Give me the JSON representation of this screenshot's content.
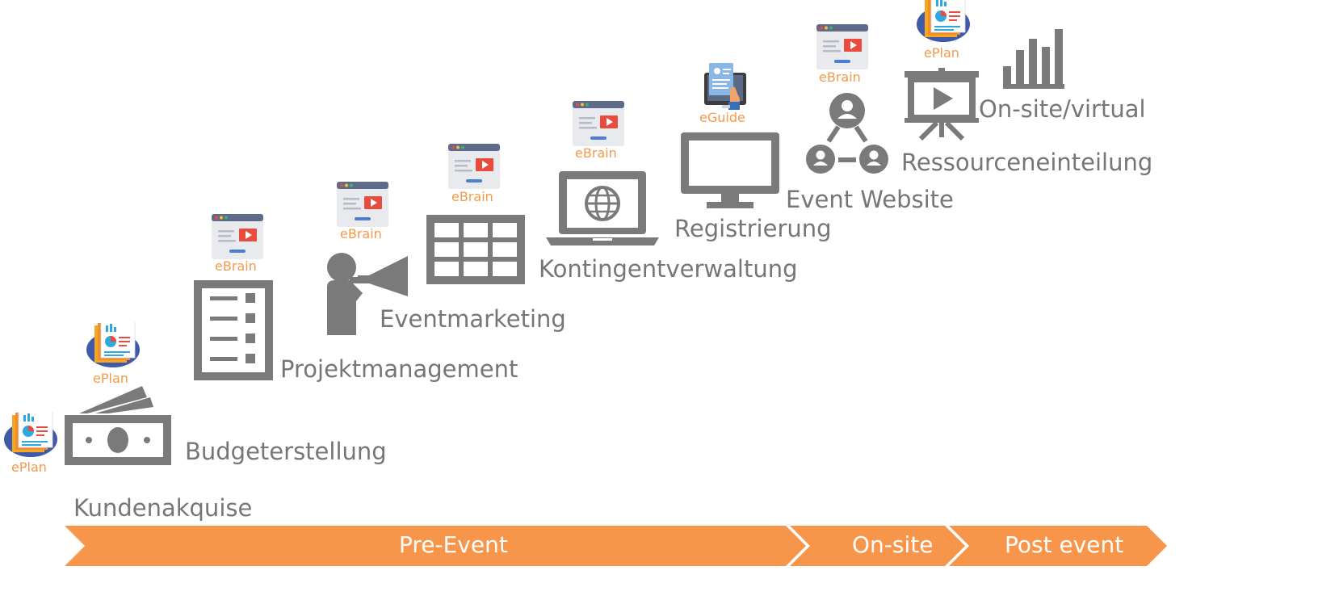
{
  "steps": [
    {
      "label": "Kundenakquise",
      "tool": "ePlan"
    },
    {
      "label": "Budgeterstellung",
      "tool": "ePlan"
    },
    {
      "label": "Projektmanagement",
      "tool": "eBrain"
    },
    {
      "label": "Eventmarketing",
      "tool": "eBrain"
    },
    {
      "label": "Kontingentverwaltung",
      "tool": "eBrain"
    },
    {
      "label": "Registrierung",
      "tool": "eBrain"
    },
    {
      "label": "Event Website",
      "tool": "eGuide"
    },
    {
      "label": "Ressourceneinteilung",
      "tool": "eBrain"
    },
    {
      "label": "On-site/virtual",
      "tool": "ePlan"
    }
  ],
  "phases": [
    {
      "label": "Pre-Event"
    },
    {
      "label": "On-site"
    },
    {
      "label": "Post event"
    }
  ],
  "colors": {
    "icon_gray": "#7a7a7a",
    "tool_orange": "#f39a49",
    "arrow_orange": "#f7964a"
  }
}
